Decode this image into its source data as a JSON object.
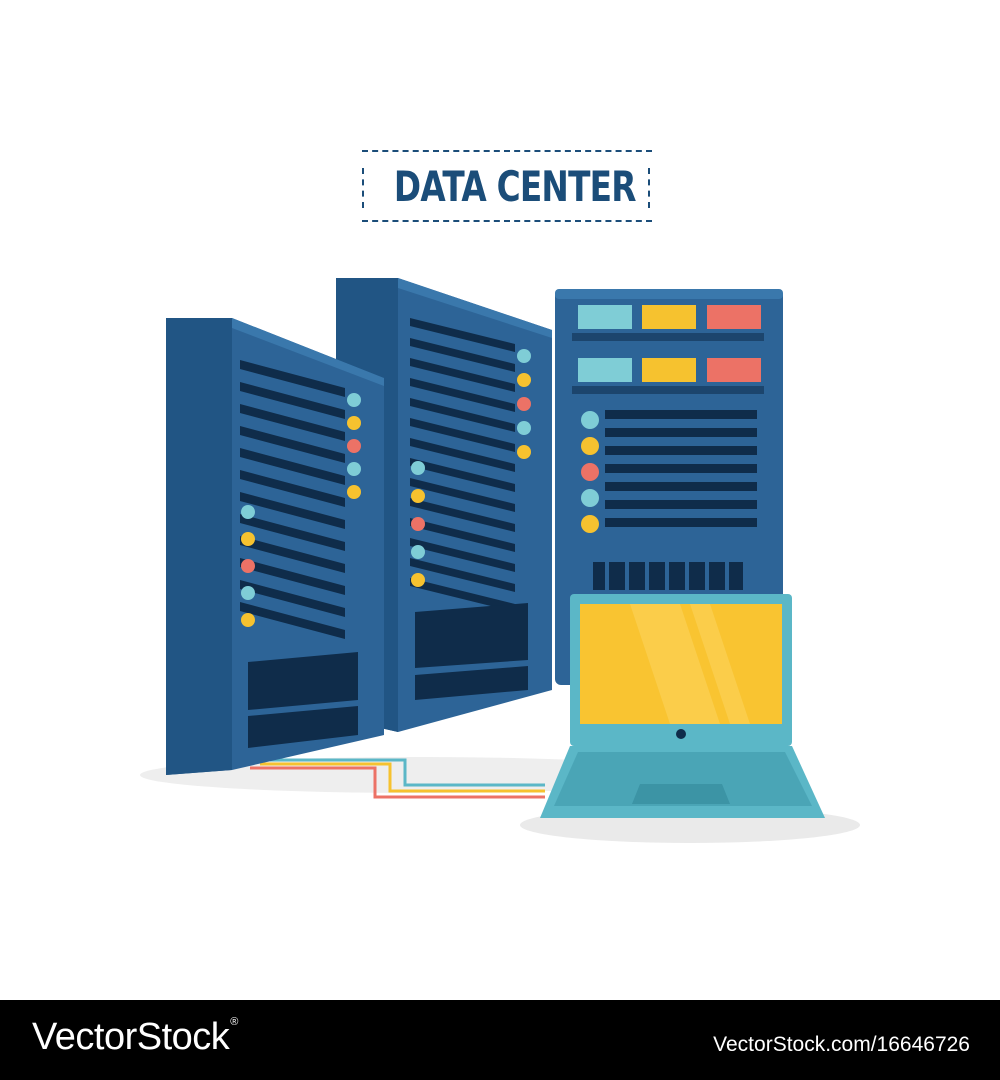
{
  "title": "DATA CENTER",
  "watermark": {
    "brand": "VectorStock",
    "registered_mark": "®",
    "stock_id": "VectorStock.com/16646726"
  },
  "colors": {
    "title": "#1b4d79",
    "server_front": "#2d6497",
    "server_side": "#215584",
    "server_top": "#3a78ac",
    "slot": "#0f2c4a",
    "led_teal": "#7fcdd6",
    "led_yellow": "#f6c22f",
    "led_red": "#ec7266",
    "screen": "#f9c431",
    "laptop_body": "#5bb7c7",
    "cable_red": "#ec7266",
    "cable_yellow": "#f6c22f",
    "cable_teal": "#5bb7c7",
    "footer_bg": "#000000"
  },
  "icons": [
    "server-rack-icon",
    "laptop-icon",
    "network-cable-icon"
  ]
}
